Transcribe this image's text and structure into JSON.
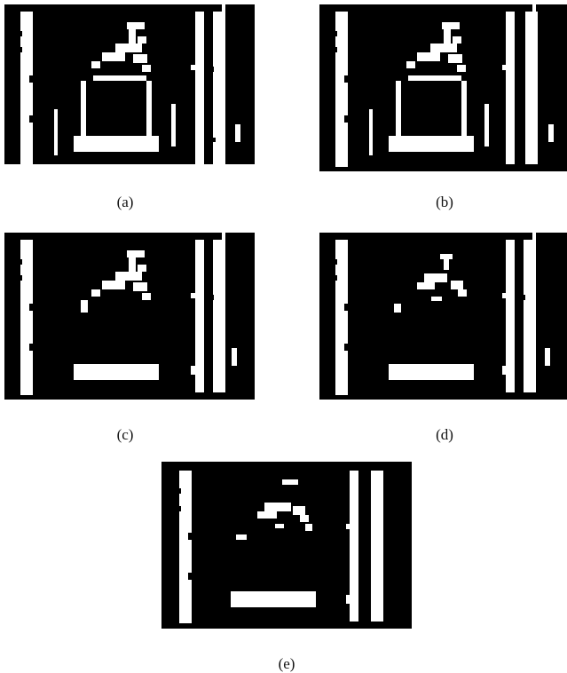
{
  "colors": {
    "frame": "#000000",
    "foreground": "#ffffff",
    "page": "#ffffff"
  },
  "panels": [
    {
      "id": "a",
      "caption": "(a)",
      "figure": "full-arch",
      "ground_strip": true
    },
    {
      "id": "b",
      "caption": "(b)",
      "figure": "full-arch",
      "ground_strip": false
    },
    {
      "id": "c",
      "caption": "(c)",
      "figure": "partial",
      "ground_strip": false
    },
    {
      "id": "d",
      "caption": "(d)",
      "figure": "sparse",
      "ground_strip": false
    },
    {
      "id": "e",
      "caption": "(e)",
      "figure": "sparse-top",
      "ground_strip": false
    }
  ]
}
